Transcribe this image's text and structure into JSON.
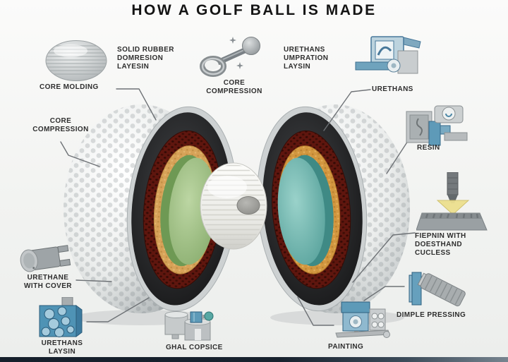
{
  "title": "HOW A GOLF BALL IS MADE",
  "labels": {
    "solid_rubber": "SOLID RUBBER\nDOMRESION\nLAYESIN",
    "core_molding": "CORE MOLDING",
    "core_compression_left": "CORE\nCOMPRESSION",
    "core_compression_center": "CORE\nCOMPRESSION",
    "urethans_umpration": "URETHANS\nUMPRATION\nLAYSIN",
    "urethans": "URETHANS",
    "resin": "RESIN",
    "fiepnin": "FIEPNIN WITH\nDOESTHAND\nCUCLESS",
    "dimple_pressing": "DIMPLE PRESSING",
    "painting": "PAINTING",
    "ghal_copsice": "GHAL COPSICE",
    "urethans_laysin": "URETHANS\nLAYSIN",
    "urethane_with_cover": "URETHANE\nWITH COVER"
  },
  "icons": {
    "rubber_core_ball": "striped-sphere-icon",
    "core_compression_tool": "grinder-dumbbell-icon",
    "urethans_machine": "molding-machine-icon",
    "resin_machine": "resin-machine-icon",
    "fiepnin_press": "nozzle-press-icon",
    "dimple_press": "dimple-roller-icon",
    "painting_machine": "paint-sprayer-icon",
    "ghal_copsice_cups": "mixing-cups-icon",
    "urethans_laysin_mold": "ball-mold-icon",
    "urethane_cover_tool": "roller-cutter-icon"
  },
  "colors": {
    "background": "#f2f3f1",
    "title_text": "#141414",
    "label_text": "#2e2e2e",
    "leader_line": "#6e7276",
    "accent_blue": "#5d9ab8",
    "shell_white": "#e9ebea",
    "mantle_black": "#1f1f1f",
    "mantle_maroon": "#5e150d",
    "mantle_tan": "#d7a258",
    "mantle_orange": "#d79a42",
    "layer_green": "#8fb474",
    "layer_teal": "#5fa9a2",
    "core_white": "#f4f4f0",
    "bottom_bar": "#18222e"
  }
}
